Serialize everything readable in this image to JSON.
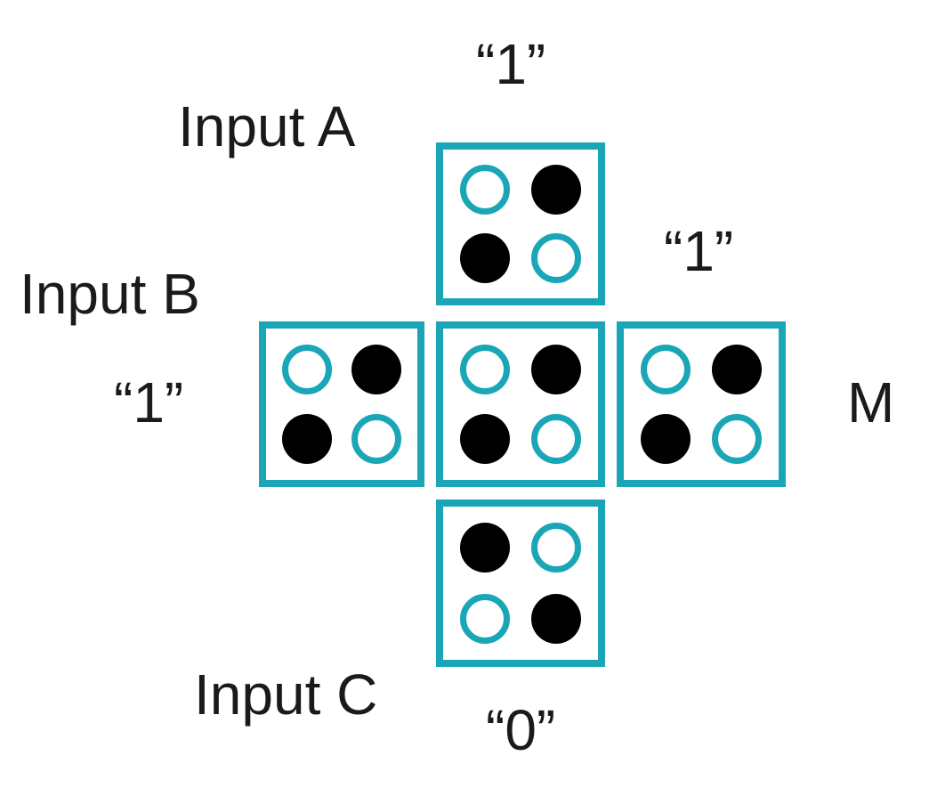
{
  "colors": {
    "cell_border": "#1aa6b7",
    "filled_dot": "#000000",
    "hollow_dot": "#1aa6b7",
    "text": "#1a1a1a"
  },
  "labels": {
    "input_a": "Input A",
    "input_a_value": "“1”",
    "input_b": "Input B",
    "input_b_value": "“1”",
    "input_c": "Input C",
    "input_c_value": "“0”",
    "right_value": "“1”",
    "output": "M"
  },
  "cells": {
    "top": [
      "hollow",
      "filled",
      "filled",
      "hollow"
    ],
    "left": [
      "hollow",
      "filled",
      "filled",
      "hollow"
    ],
    "center": [
      "hollow",
      "filled",
      "filled",
      "hollow"
    ],
    "right": [
      "hollow",
      "filled",
      "filled",
      "hollow"
    ],
    "bottom": [
      "filled",
      "hollow",
      "hollow",
      "filled"
    ]
  }
}
